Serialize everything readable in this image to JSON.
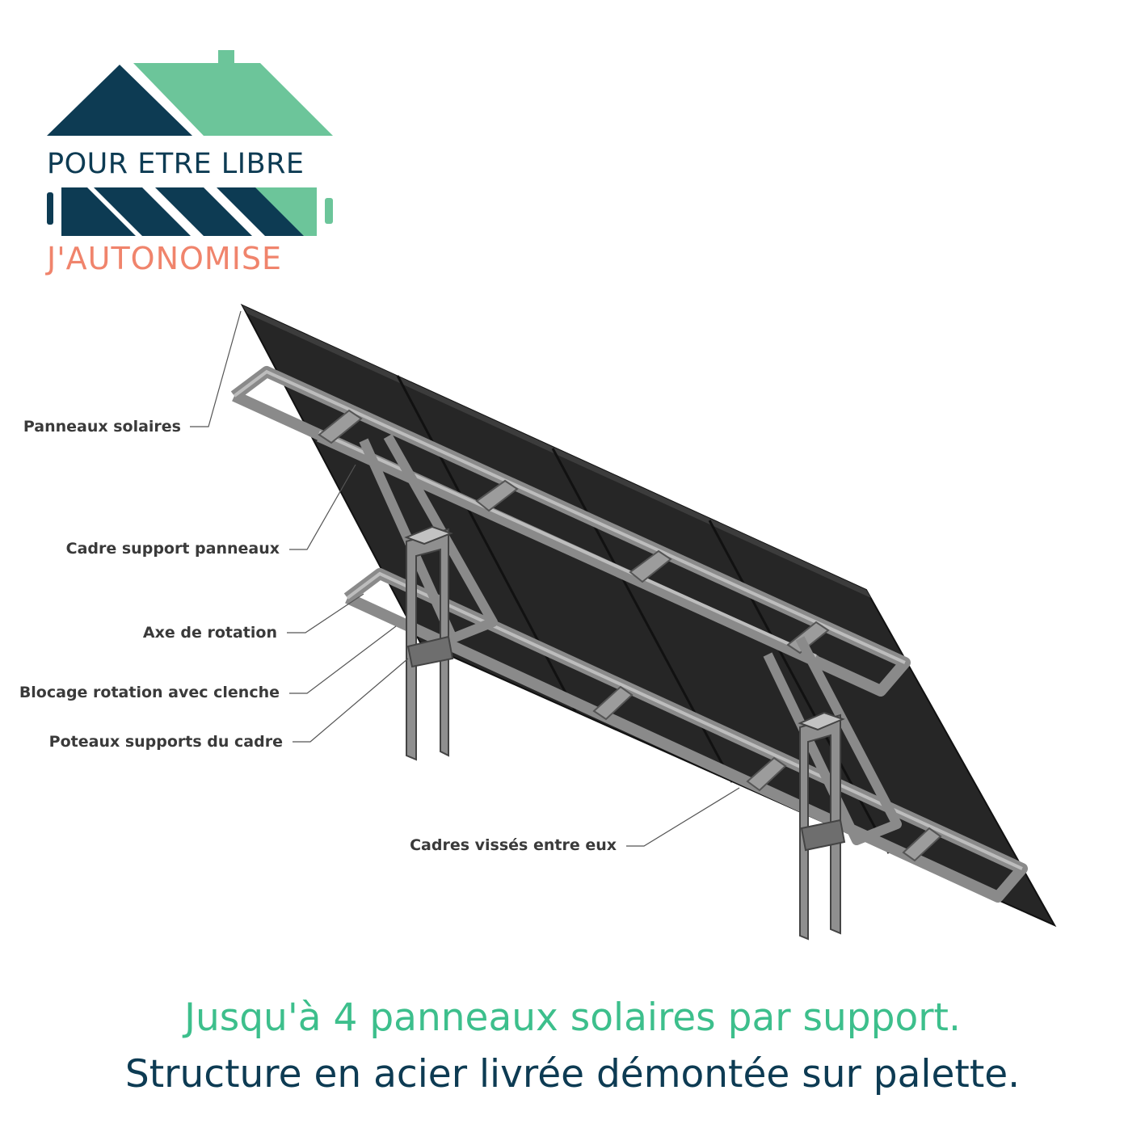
{
  "brand": {
    "line1": "POUR ETRE LIBRE",
    "line2": "J'AUTONOMISE",
    "colors": {
      "navy": "#0d3b53",
      "green": "#6cc59a",
      "salmon": "#f0846c"
    }
  },
  "labels": {
    "panels": "Panneaux solaires",
    "frame": "Cadre support panneaux",
    "axis": "Axe de rotation",
    "lock": "Blocage rotation avec clenche",
    "posts": "Poteaux supports du cadre",
    "screwed": "Cadres vissés entre eux"
  },
  "captions": {
    "line1": "Jusqu'à 4 panneaux solaires par support.",
    "line2": "Structure en acier livrée démontée sur palette.",
    "line1_color": "#3dbf8c",
    "line2_color": "#0d3b53"
  }
}
